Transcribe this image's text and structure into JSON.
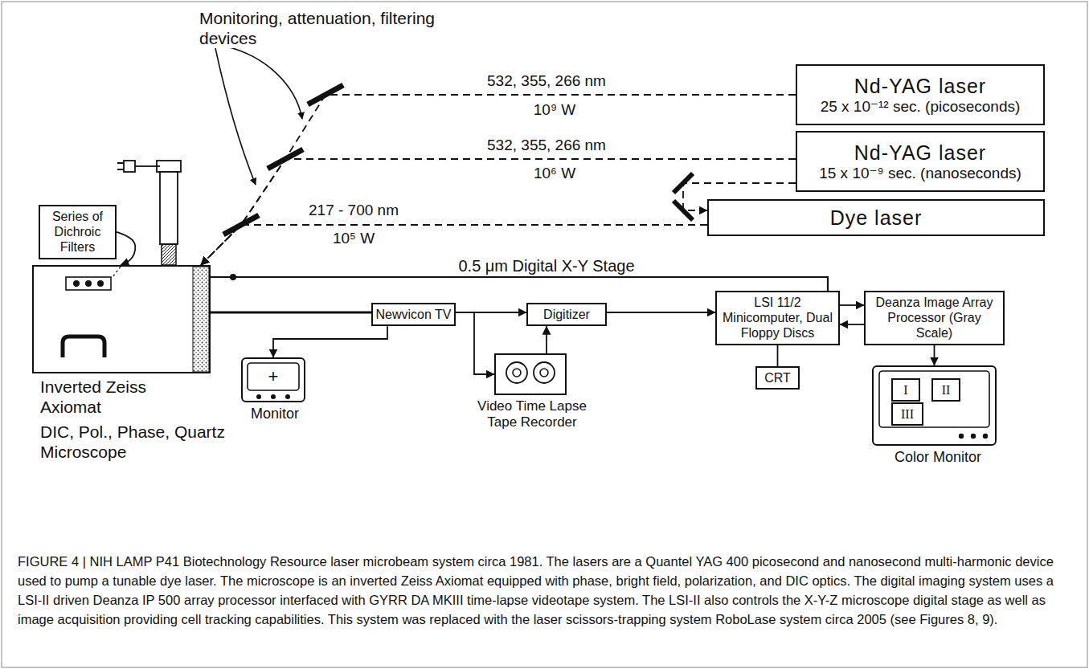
{
  "diagram": {
    "caption": "FIGURE 4 | NIH LAMP P41 Biotechnology Resource laser microbeam system circa 1981. The lasers are a Quantel YAG 400 picosecond and nanosecond multi-harmonic device used to pump a tunable dye laser. The microscope is an inverted Zeiss Axiomat equipped with phase, bright field, polarization, and DIC optics. The digital imaging system uses a LSI-II driven Deanza IP 500 array processor interfaced with GYRR DA MKIII time-lapse videotape system. The LSI-II also controls the X-Y-Z microscope digital stage as well as image acquisition providing cell tracking capabilities. This system was replaced with the laser scissors-trapping system RoboLase system circa 2005 (see Figures 8, 9).",
    "nodes": [
      {
        "text": [
          "Nd-YAG laser",
          "25 x 10⁻¹² sec. (picoseconds)"
        ]
      },
      {
        "text": [
          "Nd-YAG laser",
          "15 x 10⁻⁹ sec. (nanoseconds)"
        ]
      },
      {
        "text": [
          "Dye laser"
        ]
      },
      {
        "text": [
          "Inverted Zeiss Axiomat",
          "DIC, Pol., Phase, Quartz Microscope"
        ]
      },
      {
        "text": [
          "Series of Dichroic Filters"
        ]
      },
      {
        "text": [
          "Newvicon TV"
        ]
      },
      {
        "text": [
          "Digitizer"
        ]
      },
      {
        "text": [
          "LSI 11/2 Minicomputer, Dual Floppy Discs"
        ]
      },
      {
        "text": [
          "Deanza Image Array Processor (Gray Scale)"
        ]
      },
      {
        "text": [
          "Monitor"
        ]
      },
      {
        "text": [
          "Video Time Lapse Tape Recorder"
        ]
      },
      {
        "text": [
          "CRT"
        ]
      },
      {
        "text": [
          "Color Monitor"
        ]
      },
      {
        "text": [
          "I"
        ],
        "in": 12
      },
      {
        "text": [
          "II"
        ],
        "in": 12
      },
      {
        "text": [
          "III"
        ],
        "in": 12
      }
    ],
    "edges": [
      {
        "from": 0,
        "to": 3,
        "arrow": "to",
        "label": "532, 355, 266 nm"
      },
      {
        "from": 1,
        "to": 3,
        "arrow": "to",
        "label": "532, 355, 266 nm"
      },
      {
        "from": 1,
        "to": 2,
        "arrow": "to"
      },
      {
        "from": 2,
        "to": 3,
        "arrow": "to",
        "label": "217 - 700 nm"
      },
      {
        "from": 4,
        "to": 3,
        "arrow": "to"
      },
      {
        "from": 3,
        "to": 5,
        "arrow": "none"
      },
      {
        "from": 5,
        "to": 6,
        "arrow": "to"
      },
      {
        "from": 5,
        "to": 9,
        "arrow": "to"
      },
      {
        "from": 5,
        "to": 10,
        "arrow": "to"
      },
      {
        "from": 10,
        "to": 6,
        "arrow": "to"
      },
      {
        "from": 6,
        "to": 7,
        "arrow": "to"
      },
      {
        "from": 7,
        "to": 8,
        "arrow": "to"
      },
      {
        "from": 8,
        "to": 7,
        "arrow": "to"
      },
      {
        "from": 7,
        "to": 11,
        "arrow": "none"
      },
      {
        "from": 8,
        "to": 12,
        "arrow": "to"
      },
      {
        "from": 7,
        "to": 3,
        "arrow": "none",
        "label": "0.5 μm Digital X-Y Stage"
      }
    ],
    "labels": [
      "Monitoring, attenuation, filtering devices",
      "10⁹ W",
      "10⁶ W",
      "10⁵ W",
      "+"
    ]
  }
}
